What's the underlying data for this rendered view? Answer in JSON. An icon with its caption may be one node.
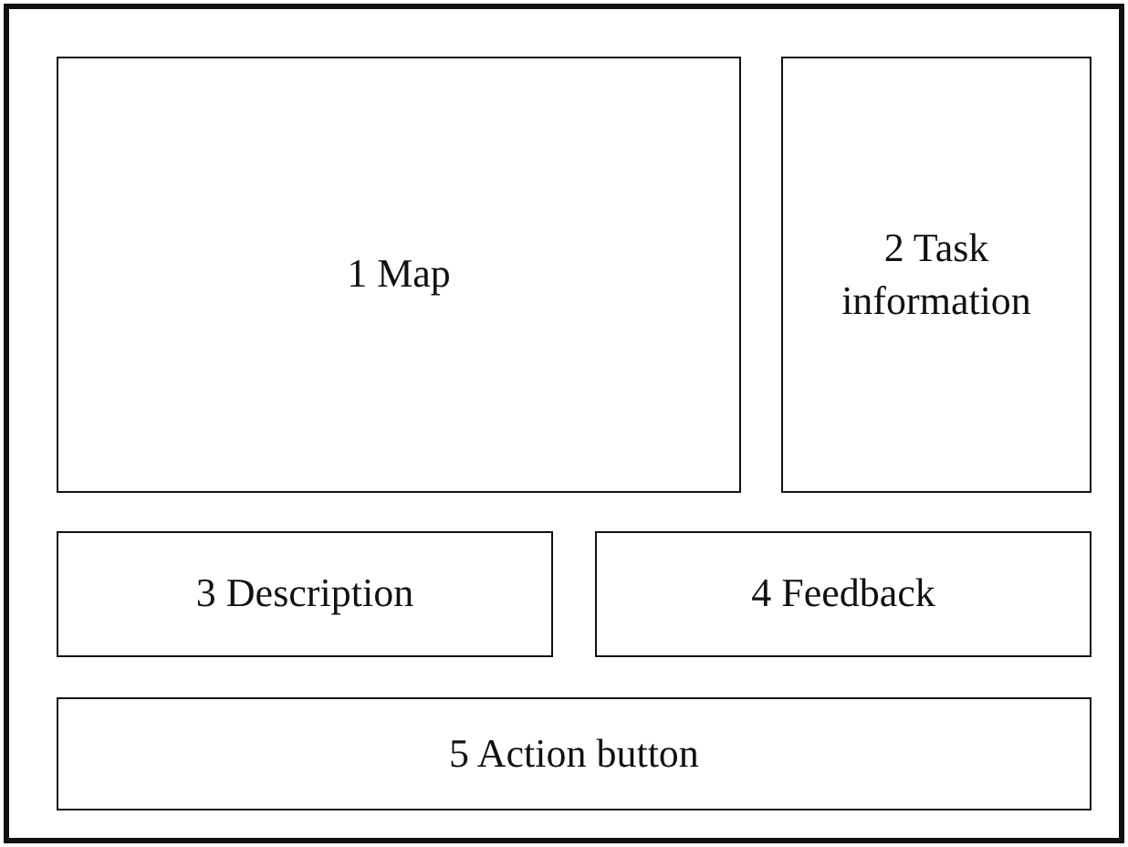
{
  "diagram": {
    "nodes": [
      {
        "text": [],
        "shape": "box"
      },
      {
        "text": [
          "1 Map"
        ],
        "in": 0
      },
      {
        "text": [
          "2 Task information"
        ],
        "in": 0
      },
      {
        "text": [
          "3 Description"
        ],
        "in": 0
      },
      {
        "text": [
          "4 Feedback"
        ],
        "in": 0
      },
      {
        "text": [
          "5 Action button"
        ],
        "in": 0
      }
    ]
  }
}
